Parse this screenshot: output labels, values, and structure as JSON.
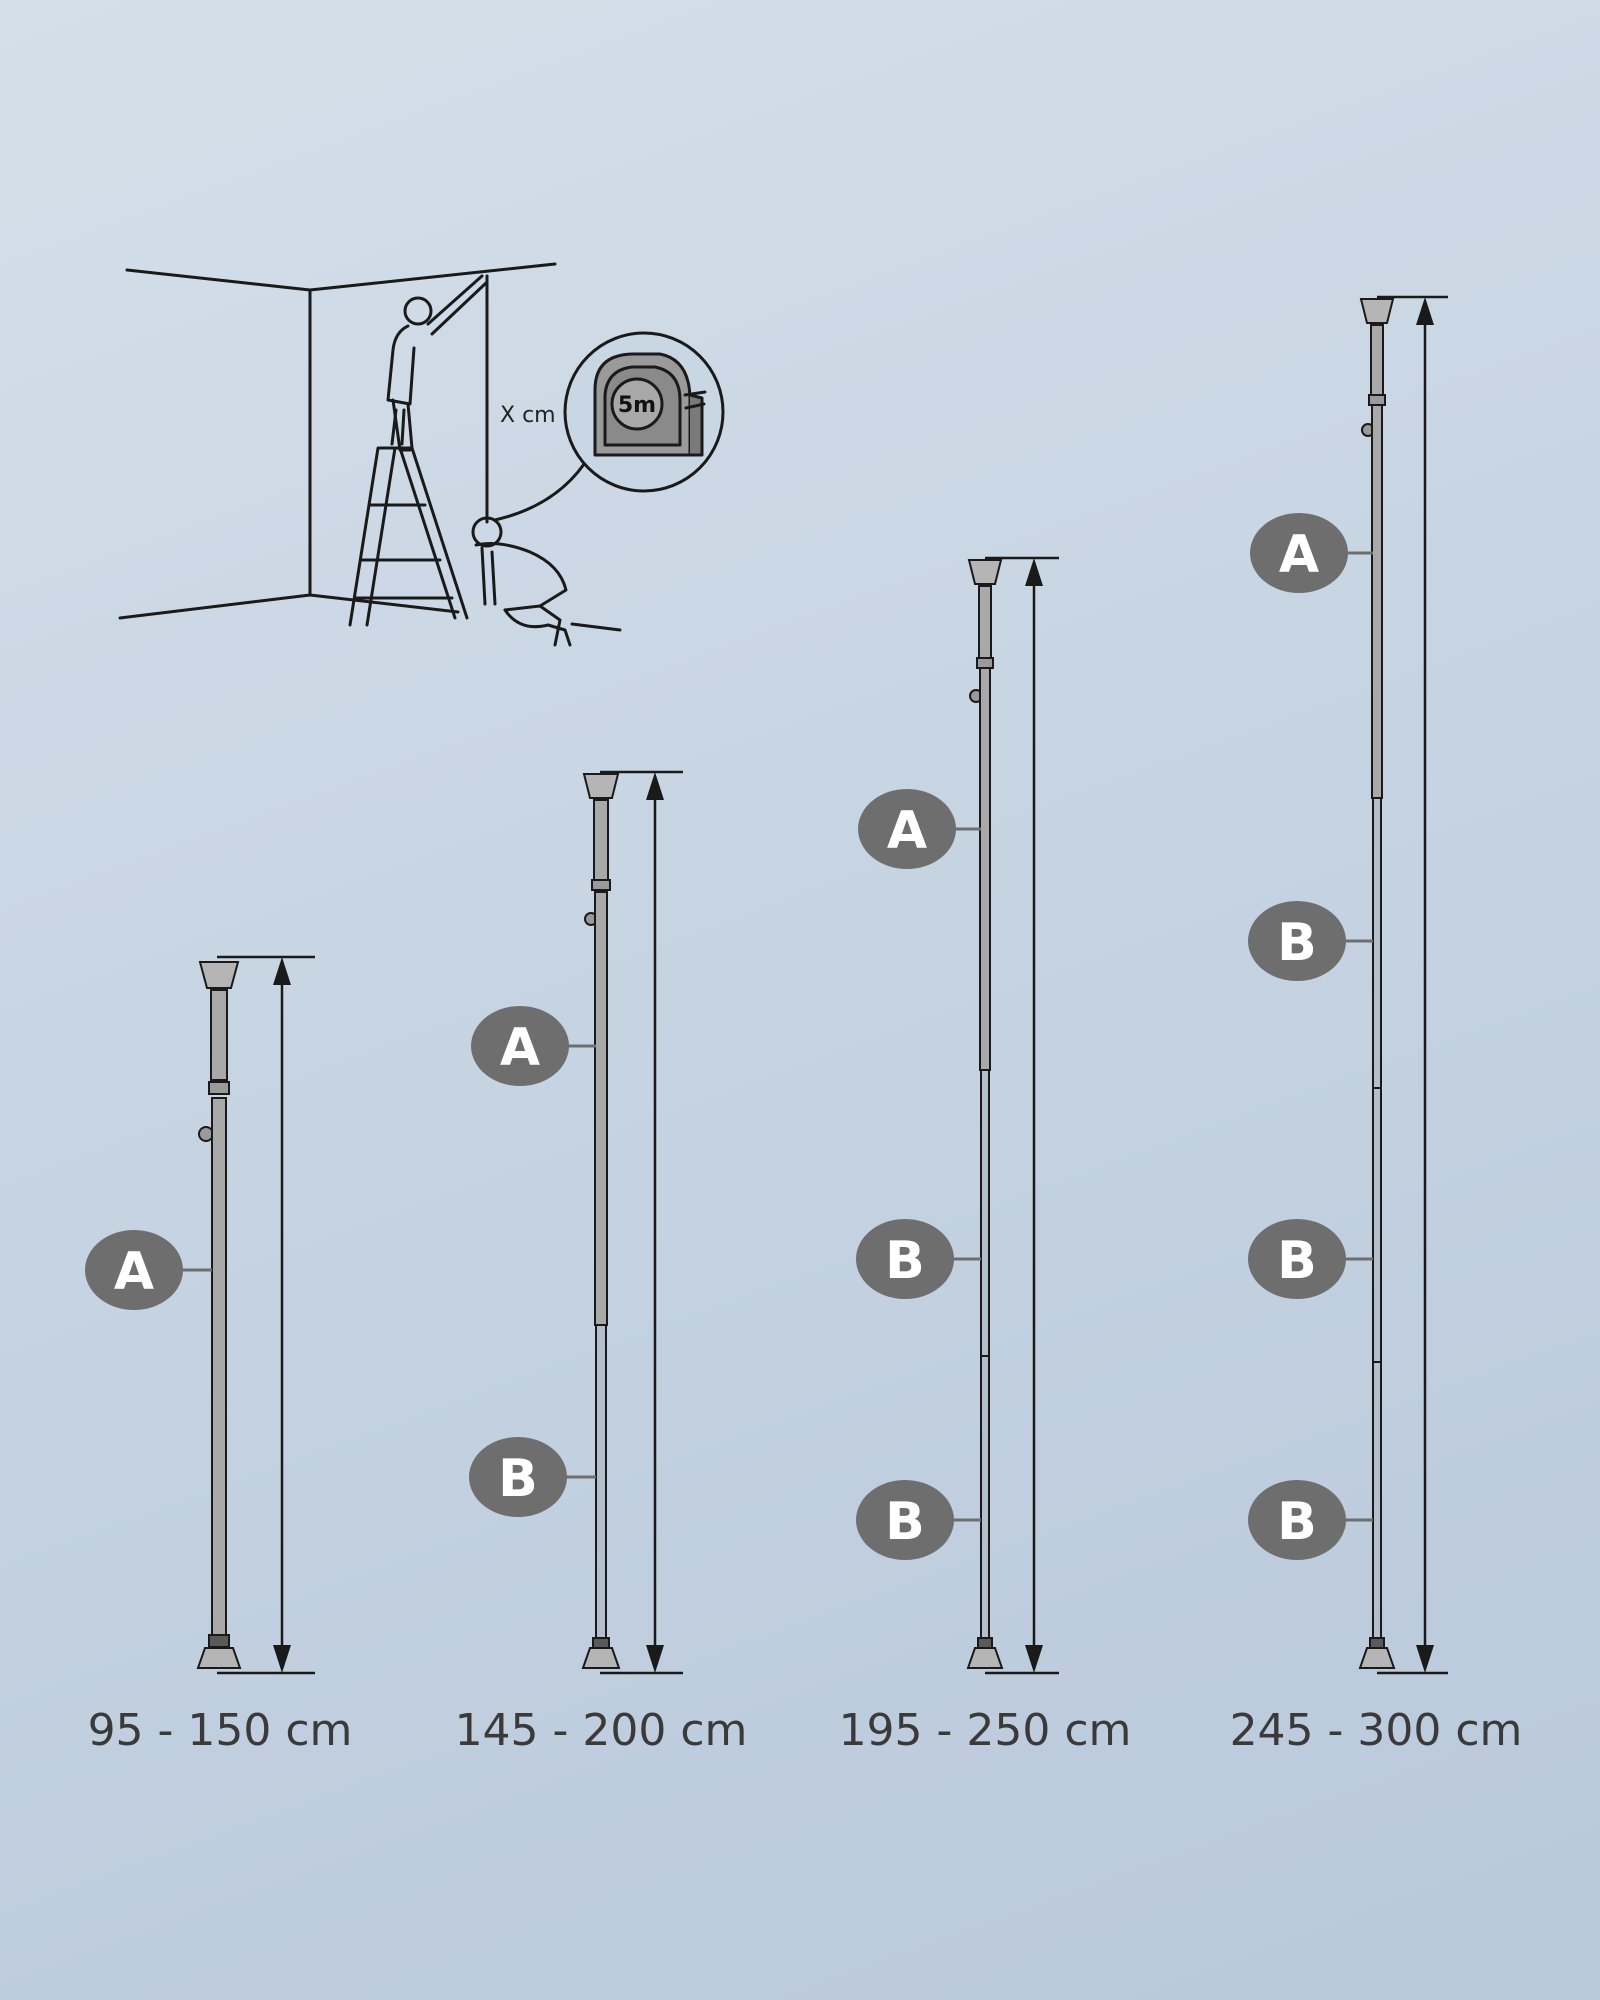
{
  "scene": {
    "measurement_label": "X cm",
    "tape_label": "5m"
  },
  "palette": {
    "background": "#c8d5e3",
    "badge": "#6e6e6e",
    "pole": "#a9a9a9",
    "line": "#1a1a1a",
    "text": "#3a3a3a"
  },
  "poles": [
    {
      "range_label": "95 - 150 cm",
      "sections": [
        {
          "label": "A"
        }
      ]
    },
    {
      "range_label": "145 - 200 cm",
      "sections": [
        {
          "label": "A"
        },
        {
          "label": "B"
        }
      ]
    },
    {
      "range_label": "195 - 250 cm",
      "sections": [
        {
          "label": "A"
        },
        {
          "label": "B"
        },
        {
          "label": "B"
        }
      ]
    },
    {
      "range_label": "245 - 300 cm",
      "sections": [
        {
          "label": "A"
        },
        {
          "label": "B"
        },
        {
          "label": "B"
        },
        {
          "label": "B"
        }
      ]
    }
  ]
}
